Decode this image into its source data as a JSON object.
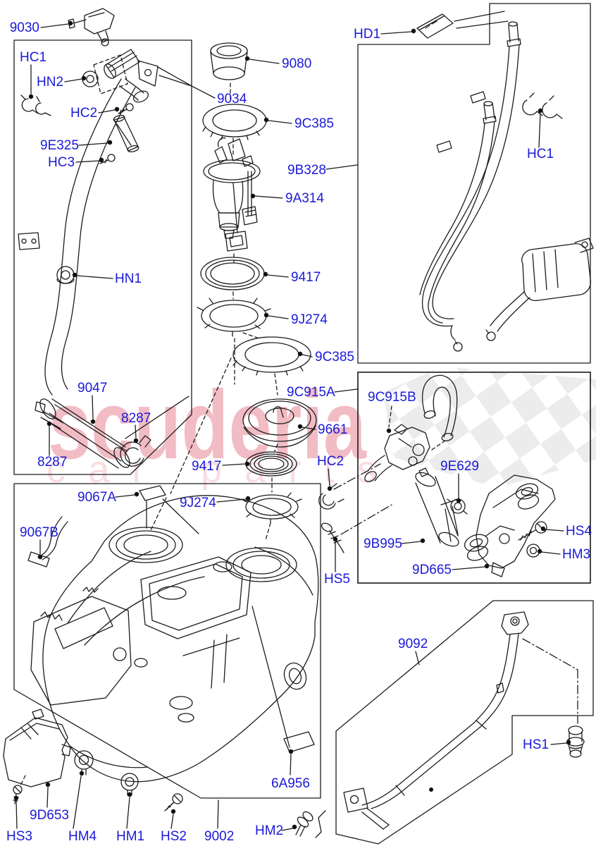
{
  "diagram": {
    "watermark": {
      "title": "scuderia",
      "subtitle": "car parts"
    },
    "colors": {
      "label": "#1a1ad8",
      "line": "#1c1c1c",
      "watermark_red": "#e05a6e",
      "flag_gray": "#ececec"
    },
    "labels": [
      {
        "id": "9030",
        "text": "9030"
      },
      {
        "id": "hc1-a",
        "text": "HC1"
      },
      {
        "id": "hn2",
        "text": "HN2"
      },
      {
        "id": "hc2-a",
        "text": "HC2"
      },
      {
        "id": "9e325",
        "text": "9E325"
      },
      {
        "id": "hc3",
        "text": "HC3"
      },
      {
        "id": "hn1",
        "text": "HN1"
      },
      {
        "id": "9047",
        "text": "9047"
      },
      {
        "id": "8287-a",
        "text": "8287"
      },
      {
        "id": "8287-b",
        "text": "8287"
      },
      {
        "id": "9080",
        "text": "9080"
      },
      {
        "id": "9034",
        "text": "9034"
      },
      {
        "id": "9c385-a",
        "text": "9C385"
      },
      {
        "id": "9b328",
        "text": "9B328"
      },
      {
        "id": "9a314",
        "text": "9A314"
      },
      {
        "id": "9417-a",
        "text": "9417"
      },
      {
        "id": "9j274-a",
        "text": "9J274"
      },
      {
        "id": "9c385-b",
        "text": "9C385"
      },
      {
        "id": "9c915a",
        "text": "9C915A"
      },
      {
        "id": "9c915b",
        "text": "9C915B"
      },
      {
        "id": "9661",
        "text": "9661"
      },
      {
        "id": "hc2-b",
        "text": "HC2"
      },
      {
        "id": "9e629",
        "text": "9E629"
      },
      {
        "id": "hs4",
        "text": "HS4"
      },
      {
        "id": "hm3",
        "text": "HM3"
      },
      {
        "id": "9b995",
        "text": "9B995"
      },
      {
        "id": "9d665",
        "text": "9D665"
      },
      {
        "id": "hs5",
        "text": "HS5"
      },
      {
        "id": "9067a",
        "text": "9067A"
      },
      {
        "id": "9j274-b",
        "text": "9J274"
      },
      {
        "id": "9417-b",
        "text": "9417"
      },
      {
        "id": "9067b",
        "text": "9067B"
      },
      {
        "id": "hc1-b",
        "text": "HC1"
      },
      {
        "id": "hd1",
        "text": "HD1"
      },
      {
        "id": "9092",
        "text": "9092"
      },
      {
        "id": "hs1",
        "text": "HS1"
      },
      {
        "id": "hm2",
        "text": "HM2"
      },
      {
        "id": "6a956",
        "text": "6A956"
      },
      {
        "id": "9d653",
        "text": "9D653"
      },
      {
        "id": "hs3",
        "text": "HS3"
      },
      {
        "id": "hm4",
        "text": "HM4"
      },
      {
        "id": "hm1",
        "text": "HM1"
      },
      {
        "id": "hs2",
        "text": "HS2"
      },
      {
        "id": "9002",
        "text": "9002"
      }
    ]
  }
}
